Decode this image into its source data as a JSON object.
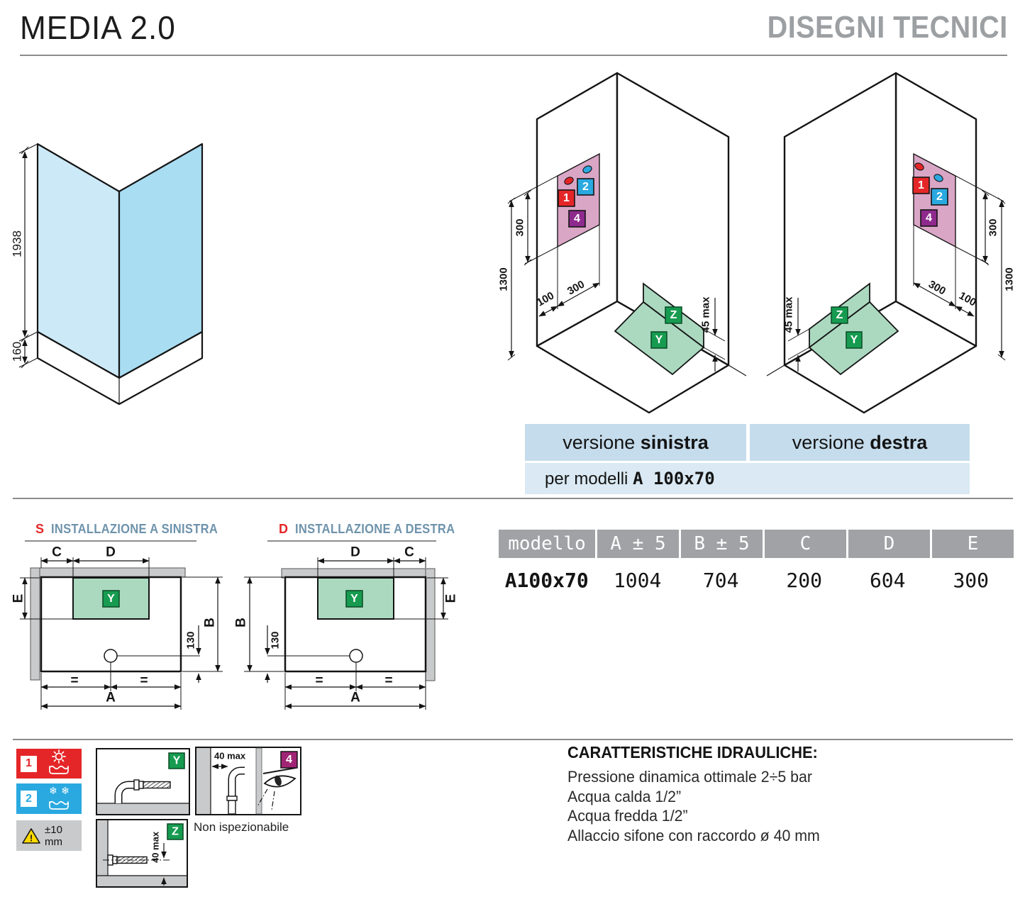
{
  "header": {
    "title": "MEDIA 2.0",
    "subtitle": "DISEGNI TECNICI"
  },
  "glass": {
    "d1938": "1938",
    "d160": "160"
  },
  "iso": {
    "d1300": "1300",
    "d300v": "300",
    "d300h": "300",
    "d100": "100",
    "d45": "45 max",
    "n1": "1",
    "n2": "2",
    "n4": "4",
    "y": "Y",
    "z": "Z"
  },
  "captions": {
    "left_prefix": "versione ",
    "left_bold": "sinistra",
    "right_prefix": "versione ",
    "right_bold": "destra",
    "models_prefix": "per modelli ",
    "models_value": "A 100x70"
  },
  "plans": {
    "left_letter": "S",
    "left_title": "INSTALLAZIONE A SINISTRA",
    "right_letter": "D",
    "right_title": "INSTALLAZIONE A DESTRA",
    "A": "A",
    "B": "B",
    "C": "C",
    "D": "D",
    "E": "E",
    "d130": "130",
    "eq": "=",
    "y": "Y"
  },
  "table": {
    "headers": [
      "modello",
      "A ± 5",
      "B ± 5",
      "C",
      "D",
      "E"
    ],
    "row": [
      "A100x70",
      "1004",
      "704",
      "200",
      "604",
      "300"
    ]
  },
  "legend": {
    "n1": "1",
    "n2": "2",
    "tolerance": "±10 mm",
    "y": "Y",
    "z": "Z",
    "z_dim": "40 max",
    "four_dim": "40 max",
    "n4": "4",
    "note": "Non ispezionabile"
  },
  "hydraulics": {
    "title": "CARATTERISTICHE IDRAULICHE:",
    "lines": [
      "Pressione dinamica ottimale 2÷5 bar",
      "Acqua calda 1/2”",
      "Acqua fredda 1/2”",
      "Allaccio sifone con raccordo ø 40 mm"
    ]
  },
  "colors": {
    "red": "#e52628",
    "blue": "#2aa9e0",
    "purple": "#8e2a8d",
    "magenta": "#a02575",
    "green": "#169b50",
    "green_light": "#abd9c0",
    "pink": "#d9a6c6",
    "glass_left": "#cce9f8",
    "glass_right": "#a9ddf2",
    "bar": "#c5dcec",
    "bar_light": "#dae9f3",
    "table_header": "#a0a2a5",
    "wall": "#c9cacb",
    "heading_blue": "#6e93ac",
    "title_gray": "#9ca0a3",
    "ink": "#141414"
  }
}
